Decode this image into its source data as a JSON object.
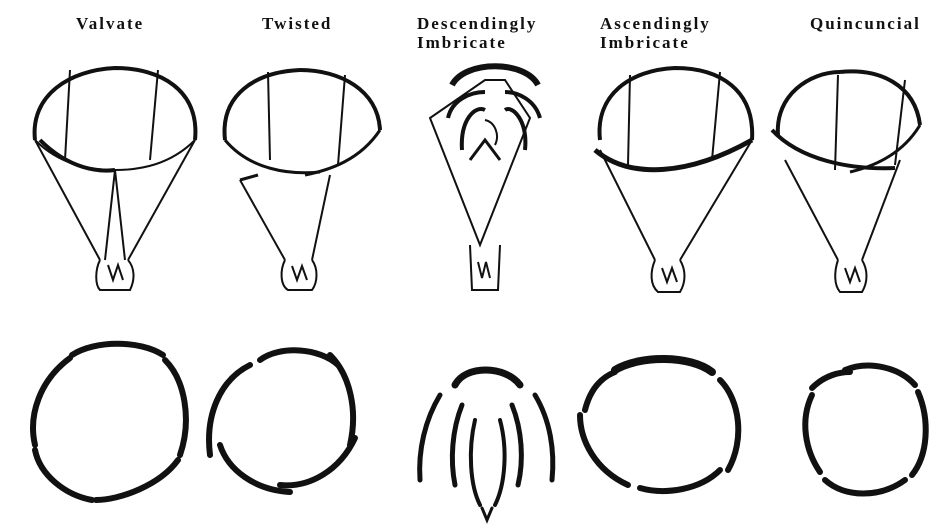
{
  "labels": {
    "valvate": "Valvate",
    "twisted": "Twisted",
    "descendingly": [
      "Descendingly",
      "Imbricate"
    ],
    "ascendingly": [
      "Ascendingly",
      "Imbricate"
    ],
    "quincuncial": "Quincuncial"
  }
}
